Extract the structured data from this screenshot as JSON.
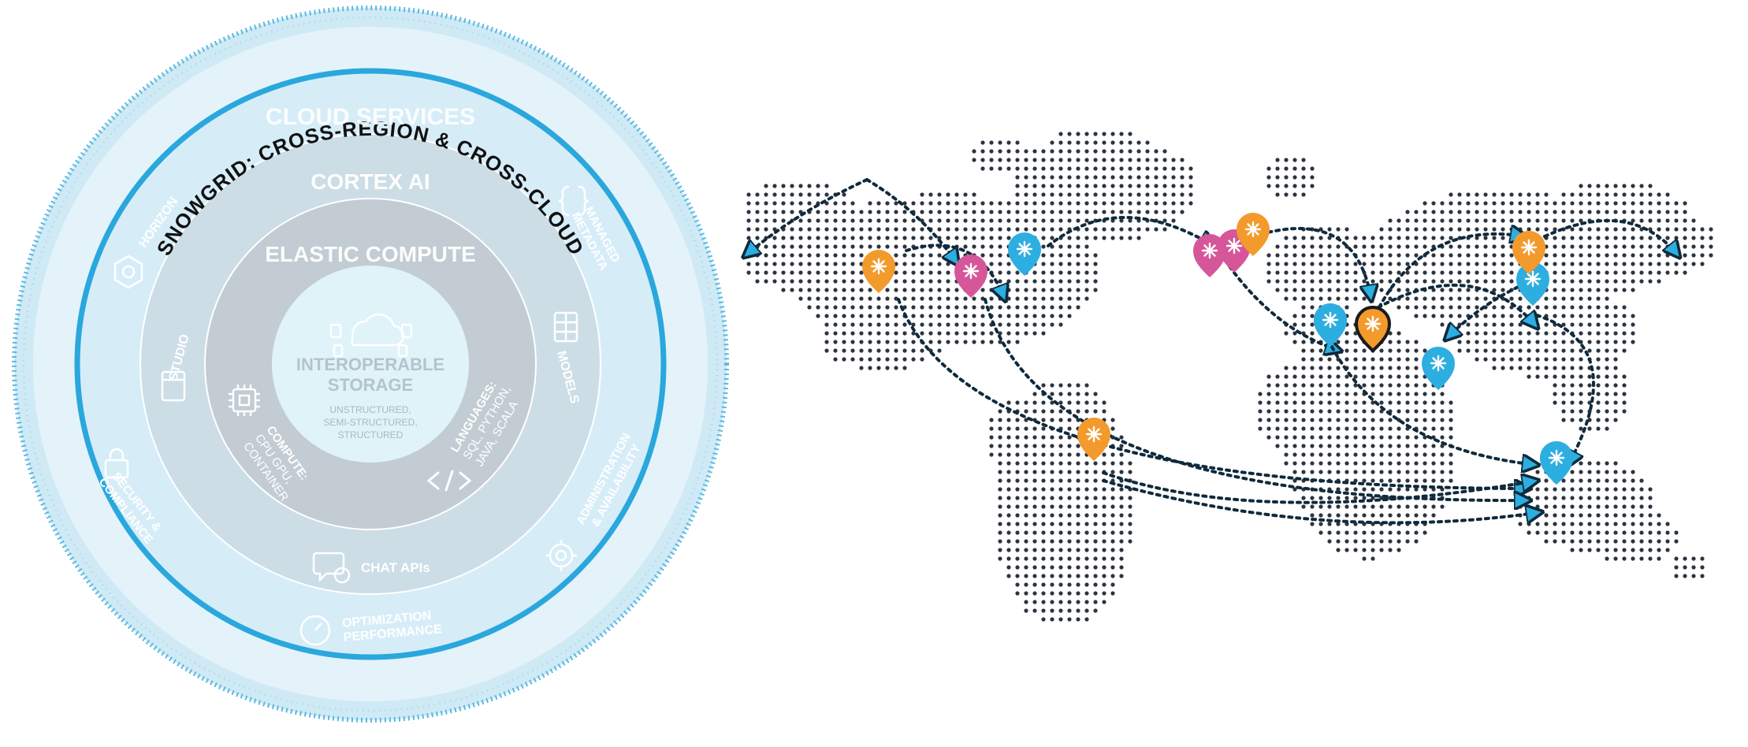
{
  "diagram": {
    "title": "SNOWGRID: CROSS-REGION & CROSS-CLOUD",
    "layers": {
      "cloud_services": "CLOUD SERVICES",
      "cortex_ai": "CORTEX AI",
      "elastic_compute": "ELASTIC COMPUTE",
      "storage_title_1": "INTEROPERABLE",
      "storage_title_2": "STORAGE",
      "storage_sub_1": "UNSTRUCTURED,",
      "storage_sub_2": "SEMI-STRUCTURED,",
      "storage_sub_3": "STRUCTURED"
    },
    "cloud_services_items": {
      "horizon": "HORIZON",
      "managed_metadata_1": "MANAGED",
      "managed_metadata_2": "METADATA",
      "security_1": "SECURITY &",
      "security_2": "COMPLIANCE",
      "admin_1": "ADMINISTRATION",
      "admin_2": "& AVAILABILITY",
      "optimization_1": "OPTIMIZATION",
      "optimization_2": "PERFORMANCE"
    },
    "cortex_items": {
      "studio": "STUDIO",
      "models": "MODELS",
      "chat_apis": "CHAT APIs"
    },
    "compute_items": {
      "compute_label": "COMPUTE:",
      "compute_1": "CPU GPU,",
      "compute_2": "CONTAINER",
      "languages_label": "LANGUAGES:",
      "languages_1": "SQL, PYTHON,",
      "languages_2": "JAVA, SCALA"
    },
    "colors": {
      "outer_ring": "#bfe3f2",
      "blue_ring": "#2aa7dd",
      "cloud_services_fill": "#d6edf8",
      "cortex_fill": "#ccdde6",
      "compute_fill": "#c2ccd2",
      "storage_fill": "#dff3f8",
      "map_dot": "#2c3440",
      "arrow": "#0f2a3c",
      "pin_orange": "#f39a2d",
      "pin_pink": "#d6569a",
      "pin_blue": "#2daee0"
    },
    "icons": [
      "hexagon-gear-icon",
      "curly-braces-icon",
      "window-icon",
      "grid-icon",
      "lock-icon",
      "gear-icon",
      "gauge-icon",
      "chat-icon",
      "chip-icon",
      "code-icon",
      "cloud-icon"
    ]
  },
  "map": {
    "pin_colors": [
      "orange",
      "pink",
      "blue",
      "orange",
      "pink",
      "pink",
      "orange",
      "blue",
      "blue",
      "orange",
      "blue",
      "blue",
      "blue",
      "orange",
      "blue",
      "highlight"
    ]
  }
}
